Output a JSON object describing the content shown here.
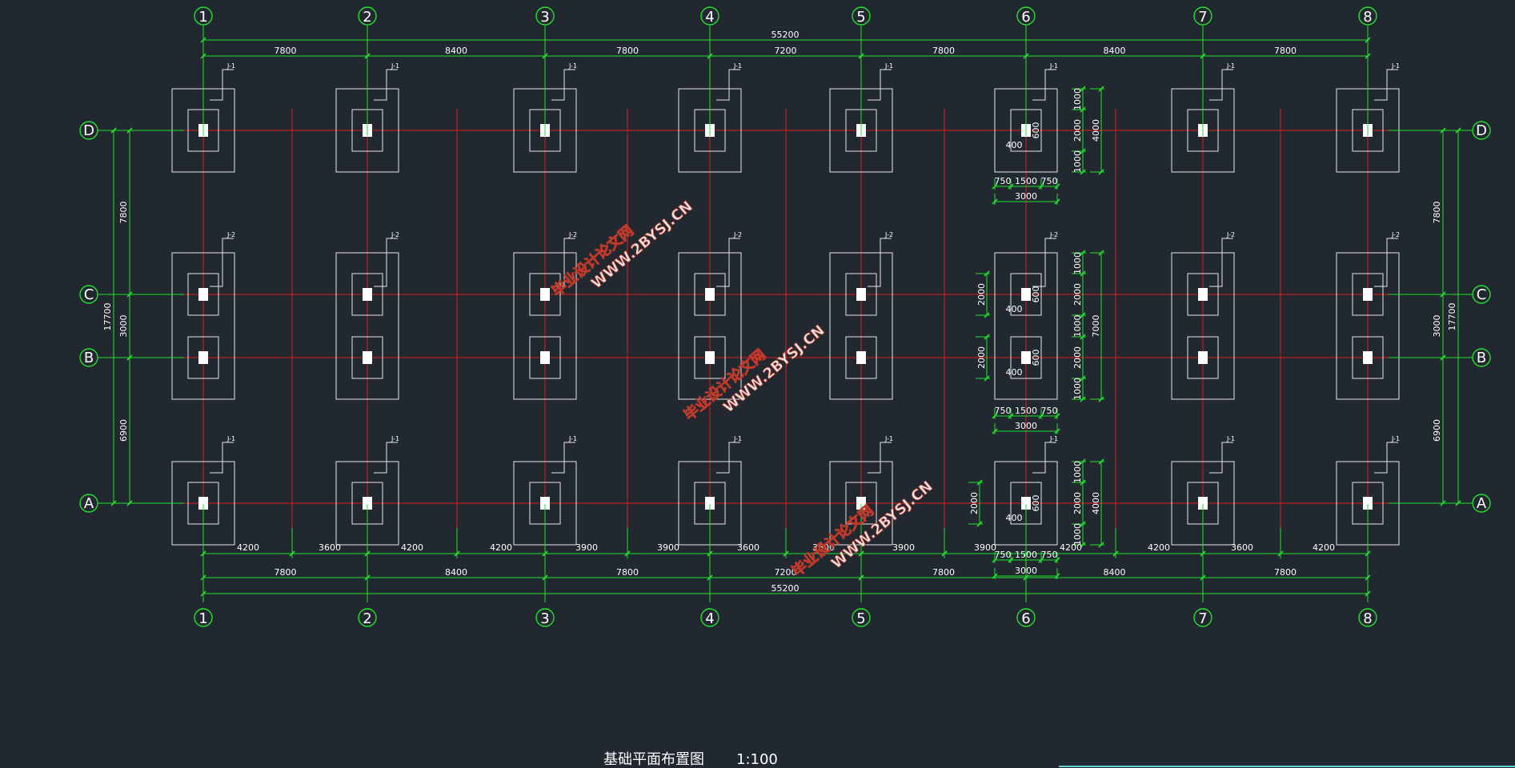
{
  "colors": {
    "background": "#212830",
    "axis_line": "#e01d1d",
    "dimension": "#22e02c",
    "outline": "#e6e6e6",
    "column": "#ffffff",
    "watermark_outline": "#c0392b"
  },
  "drawing": {
    "title": "基础平面布置图",
    "scale": "1:100"
  },
  "grid": {
    "columns": [
      "1",
      "2",
      "3",
      "4",
      "5",
      "6",
      "7",
      "8"
    ],
    "rows": [
      "D",
      "C",
      "B",
      "A"
    ]
  },
  "dimensions": {
    "total_x": "55200",
    "bays_x": [
      "7800",
      "8400",
      "7800",
      "7200",
      "7800",
      "8400",
      "7800"
    ],
    "bottom_segments": [
      "4200",
      "3600",
      "4200",
      "4200",
      "3900",
      "3900",
      "3600",
      "3600",
      "3900",
      "3900",
      "4200",
      "4200",
      "3600",
      "4200"
    ],
    "total_y": "17700",
    "bays_y": [
      "7800",
      "3000",
      "6900"
    ]
  },
  "foundations": {
    "type_labels": {
      "J1": "J-1",
      "J2": "J-2"
    },
    "detail_single": {
      "heights": [
        "1000",
        "2000",
        "1000"
      ],
      "total_height": "4000",
      "column_h": "600",
      "column_w": "400",
      "widths": [
        "750",
        "1500",
        "750"
      ],
      "total_width": "3000",
      "pad_height": "2000"
    },
    "detail_double": {
      "heights": [
        "1000",
        "2000",
        "1000",
        "2000",
        "1000"
      ],
      "total_height": "7000",
      "pad_heights": [
        "2000",
        "2000"
      ],
      "column_h": [
        "600",
        "600"
      ],
      "column_w": [
        "400",
        "400"
      ],
      "widths": [
        "750",
        "1500",
        "750"
      ],
      "total_width": "3000"
    }
  },
  "watermarks": [
    {
      "line1": "毕业设计论文网",
      "line2": "WWW.2BYSJ.CN"
    },
    {
      "line1": "毕业设计论文网",
      "line2": "WWW.2BYSJ.CN"
    },
    {
      "line1": "毕业设计论文网",
      "line2": "WWW.2BYSJ.CN"
    }
  ]
}
